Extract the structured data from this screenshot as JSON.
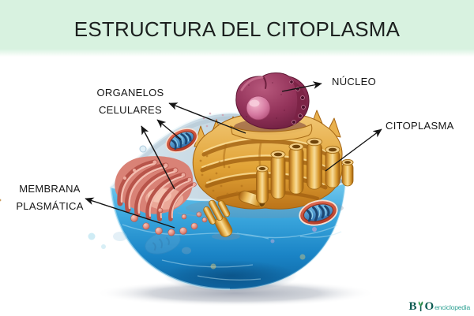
{
  "header": {
    "title": "ESTRUCTURA DEL CITOPLASMA",
    "background": "#d8f2e0"
  },
  "diagram": {
    "labels": [
      {
        "id": "organelos-celulares",
        "text": "ORGANELOS\nCELULARES",
        "points_to": [
          "golgi-er",
          "mitochondrion",
          "smooth-er"
        ]
      },
      {
        "id": "nucleo",
        "text": "NÚCLEO",
        "points_to": [
          "nucleus"
        ]
      },
      {
        "id": "citoplasma",
        "text": "CITOPLASMA",
        "points_to": [
          "cytoplasm-surface"
        ]
      },
      {
        "id": "membrana-plasmatica",
        "text": "MEMBRANA\nPLASMÁTICA",
        "points_to": [
          "cell-membrane"
        ]
      }
    ]
  },
  "logo": {
    "prefix": "B",
    "suffix": "O",
    "name": "enciclopedia"
  },
  "colors": {
    "header_bg": "#d8f2e0",
    "title_text": "#1c201f",
    "label_text": "#161616",
    "arrow": "#141414",
    "membrane_blue_light": "#7bcdef",
    "membrane_blue_dark": "#0d639f",
    "cytoplasm_surface": "#c6d8e3",
    "nucleus_maroon": "#93335a",
    "nucleolus_pink": "#d77ca3",
    "golgi_gold": "#e2a437",
    "smooth_er_pink": "#df8a7d",
    "mitochondria_red": "#c44434",
    "mitochondria_blue": "#3e87c4",
    "logo_dark_teal": "#0e5b52",
    "logo_teal": "#2fa193",
    "logo_leaf_green": "#44a85e"
  }
}
